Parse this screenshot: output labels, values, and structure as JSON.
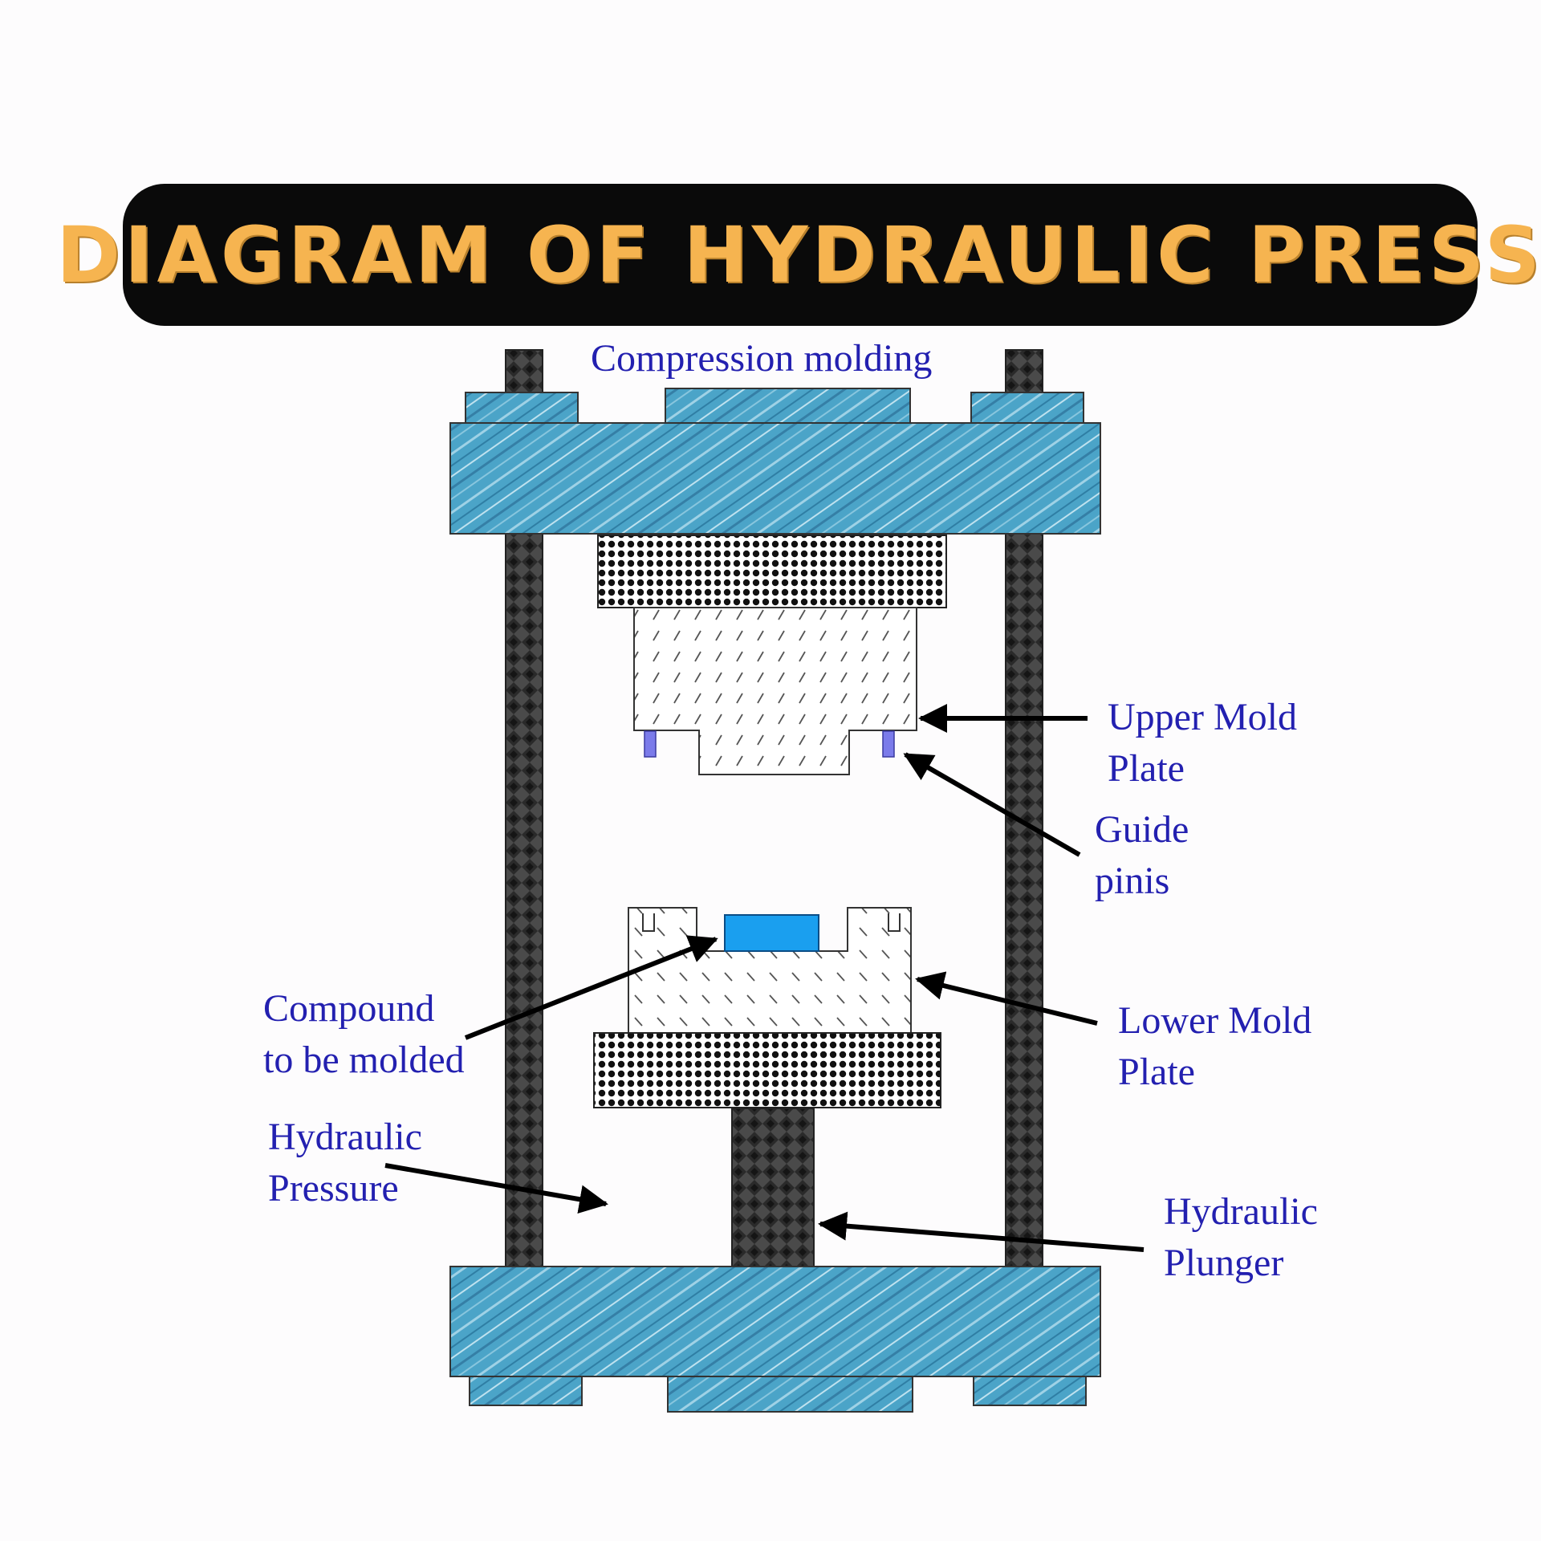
{
  "banner": {
    "title": "DIAGRAM OF HYDRAULIC PRESS"
  },
  "diagram": {
    "caption": "Compression molding",
    "labels": {
      "upper_mold_plate": [
        "Upper Mold",
        "Plate"
      ],
      "guide_pins": [
        "Guide",
        "pinis"
      ],
      "lower_mold_plate": [
        "Lower Mold",
        "Plate"
      ],
      "compound": [
        "Compound",
        "to be molded"
      ],
      "hydraulic_pressure": [
        "Hydraulic",
        "Pressure"
      ],
      "hydraulic_plunger": [
        "Hydraulic",
        "Plunger"
      ]
    }
  },
  "colors": {
    "banner_bg": "#0a0a0a",
    "banner_text": "#f6b450",
    "label_text": "#2320b0",
    "steel_blue": "#4aa3c7",
    "compound_blue": "#1a9fef",
    "guide_pin": "#7b7bea"
  }
}
